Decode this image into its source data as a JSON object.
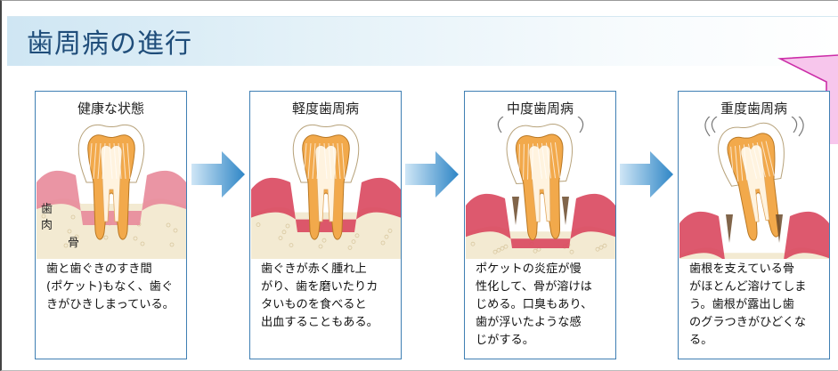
{
  "title": "歯周病の進行",
  "side_labels": {
    "gum_1": "歯",
    "gum_2": "肉",
    "bone": "骨"
  },
  "stages": [
    {
      "title": "健康な状態",
      "description": "歯と歯ぐきのすき間\n(ポケット)もなく、歯ぐ\nきがひきしまっている。",
      "severity": 0
    },
    {
      "title": "軽度歯周病",
      "description": "歯ぐきが赤く腫れ上\nがり、歯を磨いたりカ\nタいものを食べると\n出血することもある。",
      "severity": 1
    },
    {
      "title": "中度歯周病",
      "description": "ポケットの炎症が慢\n性化して、骨が溶けは\nじめる。口臭もあり、\n歯が浮いたような感\nじがする。",
      "severity": 2
    },
    {
      "title": "重度歯周病",
      "description": "歯根を支えている骨\nがほとんど溶けてしま\nう。歯根が露出し歯\nのグラつきがひどくな\nる。",
      "severity": 3
    }
  ],
  "colors": {
    "title_text": "#1f4d7a",
    "panel_border": "#3f7fb3",
    "arrow": "#2f86c6",
    "gum_healthy": "#e88a9a",
    "gum_inflamed": "#d9475e",
    "bone": "#f3ead2",
    "dentin": "#f2a94b",
    "enamel": "#ffffff",
    "callout": "#f7c6ec",
    "callout_border": "#cc2ea8"
  },
  "icons": {
    "arrow": "right-arrow-icon",
    "callout": "speech-callout"
  }
}
